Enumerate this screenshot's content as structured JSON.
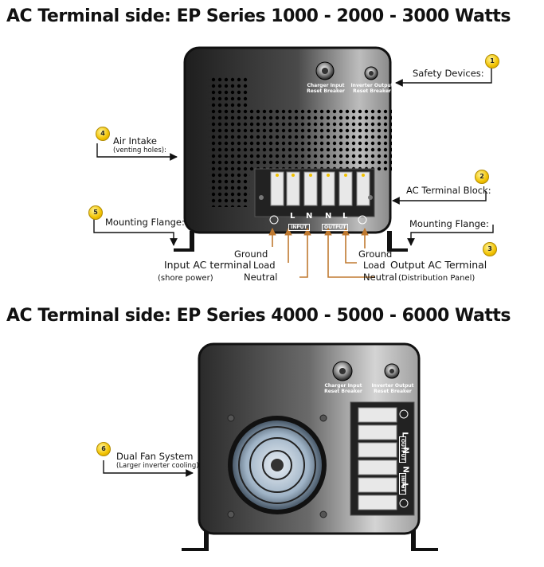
{
  "top": {
    "title": "AC Terminal side: EP Series 1000 - 2000 - 3000 Watts",
    "charger_breaker": [
      "Charger Input",
      "Reset Breaker"
    ],
    "inverter_breaker": [
      "Inverter Output",
      "Reset Breaker"
    ],
    "callouts": [
      {
        "num": "1",
        "label": "Safety Devices:",
        "sub": ""
      },
      {
        "num": "2",
        "label": "AC Terminal Block:",
        "sub": ""
      },
      {
        "num": "3",
        "label": "Mounting Flange:",
        "sub": ""
      },
      {
        "num": "4",
        "label": "Air Intake",
        "sub": "(venting holes):"
      },
      {
        "num": "5",
        "label": "Mounting Flange:",
        "sub": ""
      }
    ],
    "terminal_letters": [
      "L",
      "N",
      "N",
      "L"
    ],
    "input_tag": "INPUT",
    "output_tag": "OUTPUT",
    "input_side": {
      "title": "Input AC terminal",
      "sub": "(shore power)",
      "ground": "Ground",
      "load": "Load",
      "neutral": "Neutral"
    },
    "output_side": {
      "title": "Output AC Terminal",
      "sub": "(Distribution Panel)",
      "ground": "Ground",
      "load": "Load",
      "neutral": "Neutral"
    }
  },
  "bottom": {
    "title": "AC Terminal side: EP Series  4000 - 5000 - 6000 Watts",
    "charger_breaker": [
      "Charger Input",
      "Reset Breaker"
    ],
    "inverter_breaker": [
      "Inverter Output",
      "Reset Breaker"
    ],
    "callout": {
      "num": "6",
      "label": "Dual Fan System",
      "sub": "(Larger inverter cooling):"
    },
    "terminal_letters": [
      "L",
      "N",
      "N",
      "L"
    ],
    "output_tag": "OUTPUT",
    "input_tag": "INPUT"
  },
  "colors": {
    "panel_dark": "#2a2a2a",
    "panel_light": "#cfcfcf",
    "badge": "#f2c200",
    "wire": "#d08a3a",
    "arrow": "#111111"
  }
}
